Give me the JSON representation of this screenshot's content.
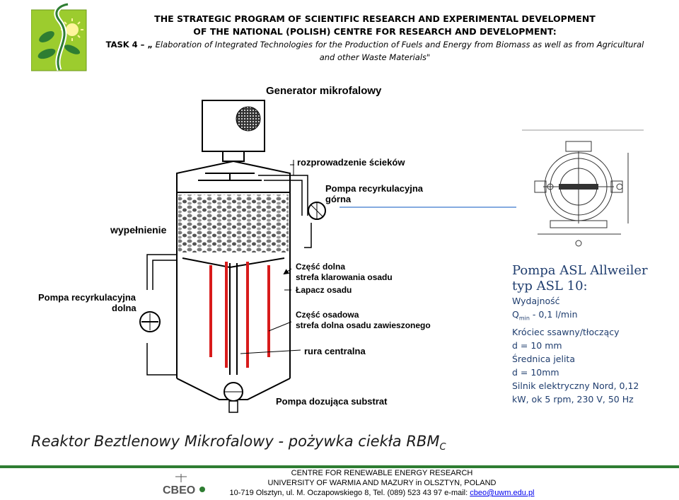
{
  "header": {
    "line1": "THE STRATEGIC PROGRAM OF SCIENTIFIC RESEARCH AND EXPERIMENTAL DEVELOPMENT",
    "line2": "OF THE NATIONAL (POLISH) CENTRE FOR RESEARCH AND DEVELOPMENT:",
    "line3_task": "TASK 4 – „",
    "line3_text": "Elaboration of Integrated Technologies for the Production of Fuels and Energy from Biomass as well as from Agricultural",
    "line4": "and other Waste Materials\""
  },
  "diagram": {
    "generator": "Generator mikrofalowy",
    "distribution": "rozprowadzenie ścieków",
    "pump_upper_1": "Pompa recyrkulacyjna",
    "pump_upper_2": "górna",
    "filling": "wypełnienie",
    "lower_part_1": "Część dolna",
    "lower_part_2": "strefa klarowania osadu",
    "trap": "Łapacz osadu",
    "sediment_1": "Część osadowa",
    "sediment_2": "strefa dolna osadu zawieszonego",
    "pump_lower_1": "Pompa recyrkulacyjna",
    "pump_lower_2": "dolna",
    "central_pipe": "rura centralna",
    "dosing_pump": "Pompa dozująca substrat"
  },
  "spec": {
    "title1": "Pompa ASL Allweiler",
    "title2": "typ ASL 10:",
    "l1": "Wydajność",
    "q_main": "Q",
    "q_sub": "min",
    "q_val": " - 0,1 l/min",
    "l3": "Króciec ssawny/tłoczący",
    "l4": "d = 10 mm",
    "l5": "Średnica jelita",
    "l6": "d = 10mm",
    "l7": "Silnik elektryczny Nord, 0,12",
    "l8": "kW, ok 5 rpm, 230 V, 50 Hz"
  },
  "caption": {
    "main": "Reaktor Beztlenowy Mikrofalowy - pożywka ciekła RBM",
    "sub": "C"
  },
  "footer": {
    "logo_text": "CBEO",
    "l1": "CENTRE FOR RENEWABLE ENERGY RESEARCH",
    "l2": "UNIVERSITY OF WARMIA AND MAZURY in OLSZTYN, POLAND",
    "l3": "10-719 Olsztyn, ul. M. Oczapowskiego 8, Tel. (089) 523 43 97 e-mail: ",
    "email": "cbeo@uwm.edu.pl"
  },
  "colors": {
    "accent_green": "#2e7d32",
    "spec_blue": "#1f3d6e",
    "rod_red": "#d81b1b",
    "arrow_blue": "#5b8fd6"
  }
}
